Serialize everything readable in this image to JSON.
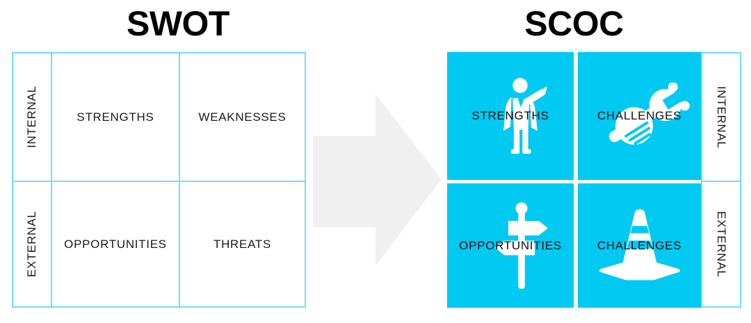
{
  "left_panel": {
    "title": "SWOT",
    "row_labels": [
      {
        "label": "INTERNAL"
      },
      {
        "label": "EXTERNAL"
      }
    ],
    "cells": [
      {
        "label": "STRENGTHS"
      },
      {
        "label": "WEAKNESSES"
      },
      {
        "label": "OPPORTUNITIES"
      },
      {
        "label": "THREATS"
      }
    ]
  },
  "arrow": {
    "direction": "right",
    "meaning": "transforms-into"
  },
  "right_panel": {
    "title": "SCOC",
    "row_labels": [
      {
        "label": "INTERNAL"
      },
      {
        "label": "EXTERNAL"
      }
    ],
    "cells": [
      {
        "label": "STRENGTHS",
        "icon": "superhero-icon"
      },
      {
        "label": "CHALLENGES",
        "icon": "wrench-hand-icon"
      },
      {
        "label": "OPPORTUNITIES",
        "icon": "signpost-icon"
      },
      {
        "label": "CHALLENGES",
        "icon": "traffic-cone-icon"
      }
    ]
  },
  "colors": {
    "cyan_fill": "#00c9f2",
    "cyan_border": "#6fdef9",
    "arrow_gray": "#f0f0f0",
    "text": "#1a1a1a",
    "icon_white": "#ffffff"
  }
}
